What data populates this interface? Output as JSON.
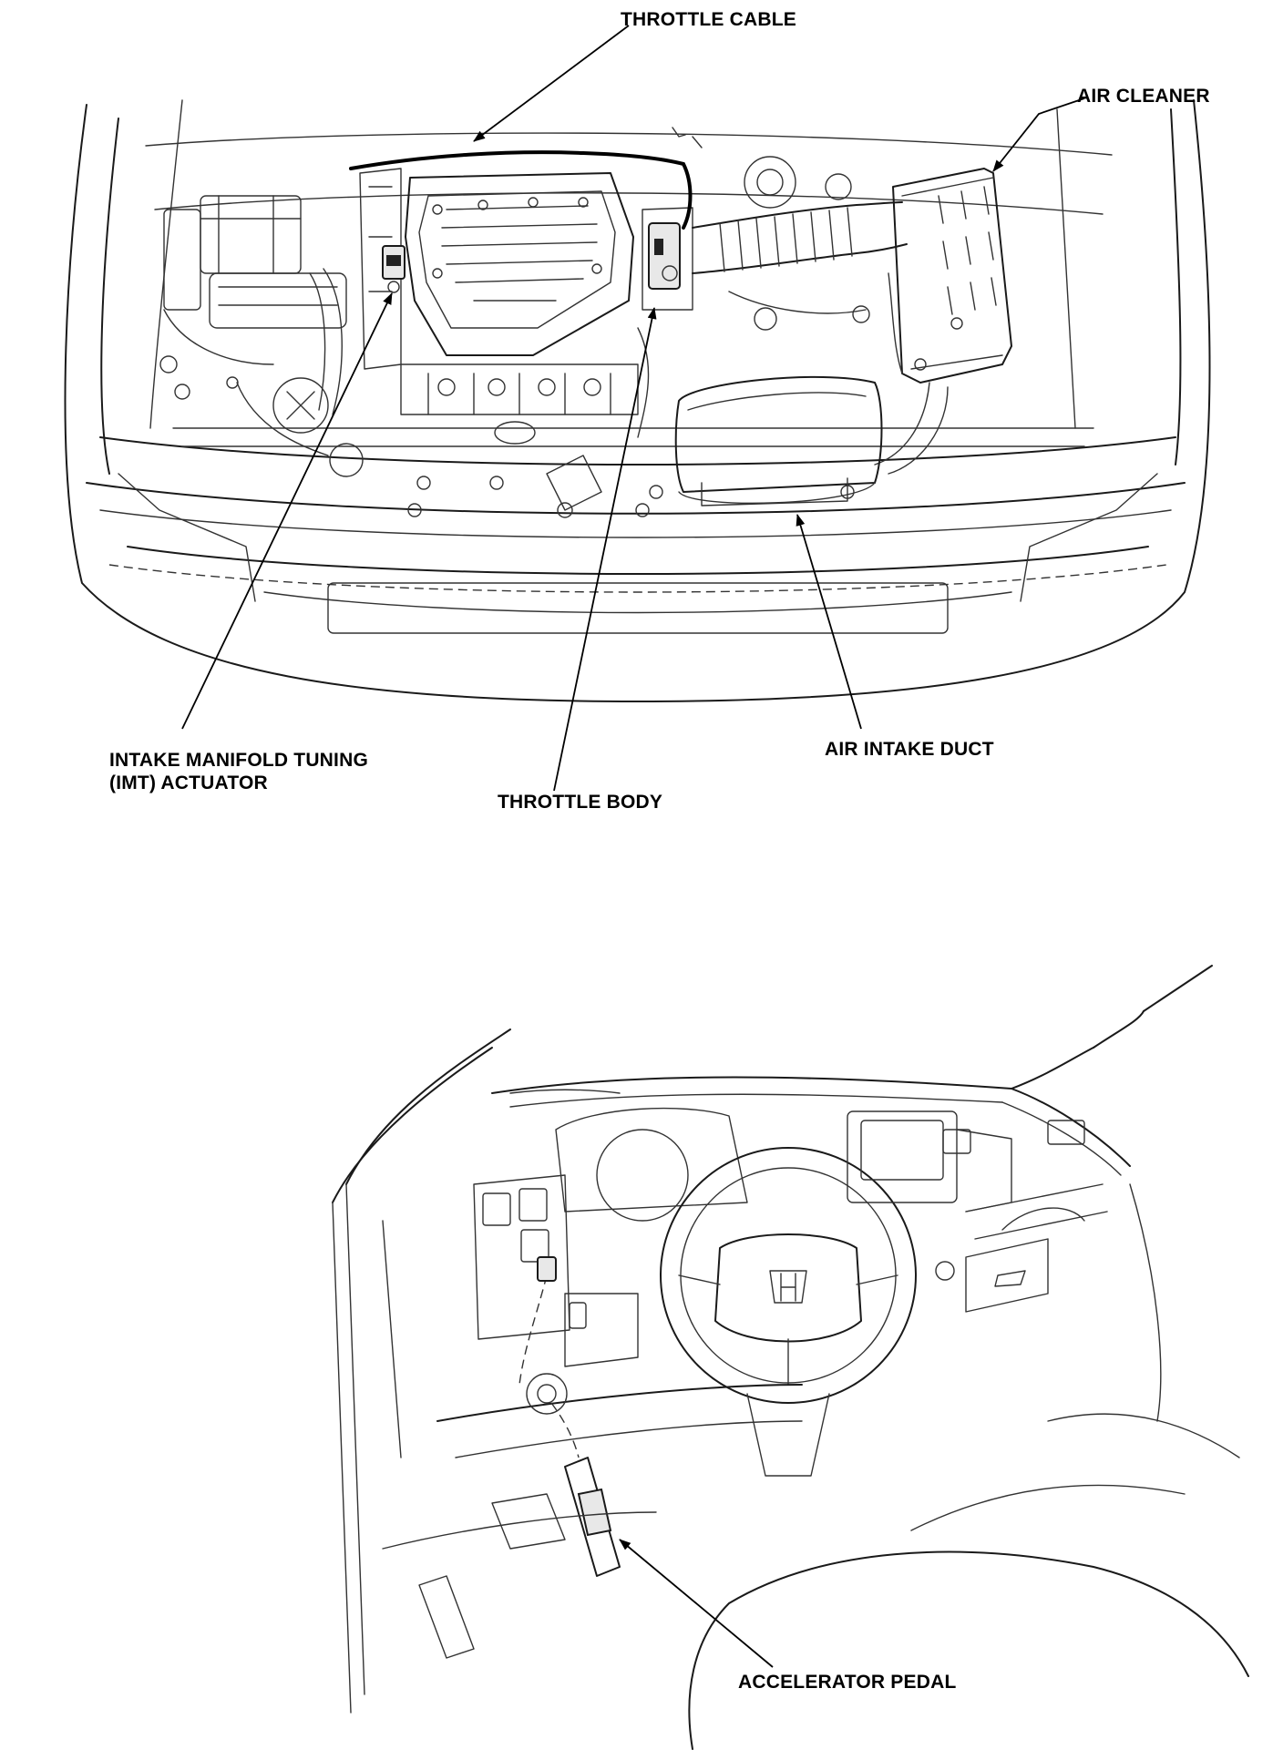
{
  "labels": {
    "throttle_cable": "THROTTLE CABLE",
    "air_cleaner": "AIR CLEANER",
    "imt_actuator": "INTAKE MANIFOLD TUNING\n(IMT) ACTUATOR",
    "throttle_body": "THROTTLE BODY",
    "air_intake_duct": "AIR INTAKE DUCT",
    "accelerator_pedal": "ACCELERATOR PEDAL"
  }
}
